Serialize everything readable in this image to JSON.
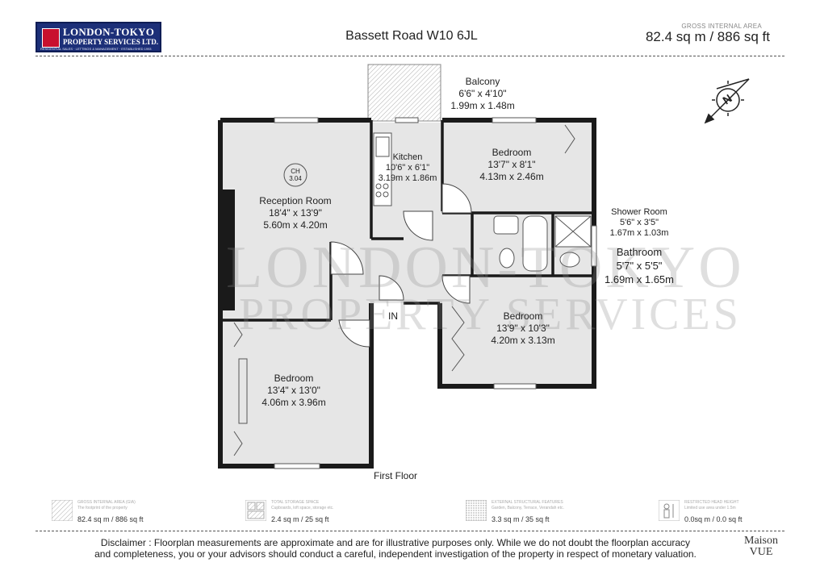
{
  "header": {
    "logo_line1": "LONDON-TOKYO",
    "logo_line2": "PROPERTY SERVICES LTD.",
    "logo_line3": "RESIDENTIAL SALES · LETTINGS & MANAGEMENT · ESTABLISHED 1993",
    "address": "Bassett Road W10 6JL",
    "gia_label": "GROSS INTERNAL AREA",
    "gia_value": "82.4 sq m / 886 sq ft"
  },
  "plan": {
    "floor_label": "First Floor",
    "entrance": "IN",
    "ch_label": "CH",
    "ch_value": "3.04",
    "watermark_line1": "LONDON-TOKYO",
    "watermark_line2": "PROPERTY SERVICES",
    "rooms": [
      {
        "name": "Balcony",
        "imperial": "6'6\" x 4'10\"",
        "metric": "1.99m x 1.48m"
      },
      {
        "name": "Kitchen",
        "imperial": "10'6\" x 6'1\"",
        "metric": "3.19m x 1.86m"
      },
      {
        "name": "Bedroom",
        "imperial": "13'7\" x 8'1\"",
        "metric": "4.13m x 2.46m"
      },
      {
        "name": "Reception Room",
        "imperial": "18'4\" x 13'9\"",
        "metric": "5.60m x 4.20m"
      },
      {
        "name": "Shower Room",
        "imperial": "5'6\" x 3'5\"",
        "metric": "1.67m x 1.03m"
      },
      {
        "name": "Bathroom",
        "imperial": "5'7\" x 5'5\"",
        "metric": "1.69m x 1.65m"
      },
      {
        "name": "Bedroom",
        "imperial": "13'9\" x 10'3\"",
        "metric": "4.20m x 3.13m"
      },
      {
        "name": "Bedroom",
        "imperial": "13'4\" x 13'0\"",
        "metric": "4.06m x 3.96m"
      }
    ],
    "compass_label": "N"
  },
  "legend": [
    {
      "title": "GROSS INTERNAL AREA (GIA)",
      "desc": "The footprint of the property",
      "value": "82.4 sq m / 886 sq ft"
    },
    {
      "title": "TOTAL STORAGE SPACE",
      "desc": "Cupboards, loft space, storage etc.",
      "value": "2.4 sq m / 25 sq ft"
    },
    {
      "title": "EXTERNAL STRUCTURAL FEATURES",
      "desc": "Garden, Balcony, Terrace, Verandah etc.",
      "value": "3.3 sq m / 35 sq ft"
    },
    {
      "title": "RESTRICTED HEAD HEIGHT",
      "desc": "Limited use area under 1.5m",
      "value": "0.0sq m / 0.0 sq ft"
    }
  ],
  "footer": {
    "disclaimer_line1": "Disclaimer : Floorplan measurements are approximate and are for illustrative purposes only. While we do not doubt the floorplan accuracy",
    "disclaimer_line2": "and completeness, you or your advisors should conduct a careful, independent investigation of the property in respect of monetary valuation.",
    "brand_line1": "Maison",
    "brand_line2": "VUE"
  }
}
